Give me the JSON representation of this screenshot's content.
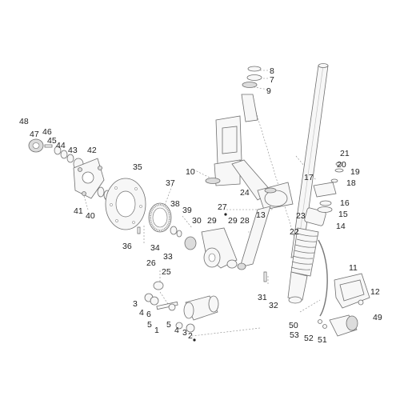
{
  "callouts": [
    {
      "id": "8",
      "label": "8"
    },
    {
      "id": "7",
      "label": "7"
    },
    {
      "id": "9",
      "label": "9"
    },
    {
      "id": "48",
      "label": "48"
    },
    {
      "id": "47",
      "label": "47"
    },
    {
      "id": "46",
      "label": "46"
    },
    {
      "id": "45",
      "label": "45"
    },
    {
      "id": "44",
      "label": "44"
    },
    {
      "id": "43",
      "label": "43"
    },
    {
      "id": "42",
      "label": "42"
    },
    {
      "id": "21",
      "label": "21"
    },
    {
      "id": "20",
      "label": "20"
    },
    {
      "id": "19",
      "label": "19"
    },
    {
      "id": "18",
      "label": "18"
    },
    {
      "id": "17",
      "label": "17"
    },
    {
      "id": "35",
      "label": "35"
    },
    {
      "id": "10",
      "label": "10"
    },
    {
      "id": "37",
      "label": "37"
    },
    {
      "id": "24",
      "label": "24"
    },
    {
      "id": "16",
      "label": "16"
    },
    {
      "id": "15",
      "label": "15"
    },
    {
      "id": "41",
      "label": "41"
    },
    {
      "id": "40",
      "label": "40"
    },
    {
      "id": "38",
      "label": "38"
    },
    {
      "id": "39",
      "label": "39"
    },
    {
      "id": "27",
      "label": "27"
    },
    {
      "id": "13",
      "label": "13"
    },
    {
      "id": "23",
      "label": "23"
    },
    {
      "id": "30",
      "label": "30"
    },
    {
      "id": "29a",
      "label": "29"
    },
    {
      "id": "29b",
      "label": "29"
    },
    {
      "id": "28",
      "label": "28"
    },
    {
      "id": "14",
      "label": "14"
    },
    {
      "id": "22",
      "label": "22"
    },
    {
      "id": "36",
      "label": "36"
    },
    {
      "id": "34",
      "label": "34"
    },
    {
      "id": "33",
      "label": "33"
    },
    {
      "id": "26",
      "label": "26"
    },
    {
      "id": "25",
      "label": "25"
    },
    {
      "id": "11",
      "label": "11"
    },
    {
      "id": "12",
      "label": "12"
    },
    {
      "id": "31",
      "label": "31"
    },
    {
      "id": "32",
      "label": "32"
    },
    {
      "id": "3a",
      "label": "3"
    },
    {
      "id": "4a",
      "label": "4"
    },
    {
      "id": "6",
      "label": "6"
    },
    {
      "id": "5a",
      "label": "5"
    },
    {
      "id": "1",
      "label": "1"
    },
    {
      "id": "5b",
      "label": "5"
    },
    {
      "id": "4b",
      "label": "4"
    },
    {
      "id": "3b",
      "label": "3"
    },
    {
      "id": "2",
      "label": "2"
    },
    {
      "id": "50",
      "label": "50"
    },
    {
      "id": "53",
      "label": "53"
    },
    {
      "id": "52",
      "label": "52"
    },
    {
      "id": "51",
      "label": "51"
    },
    {
      "id": "49",
      "label": "49"
    }
  ]
}
